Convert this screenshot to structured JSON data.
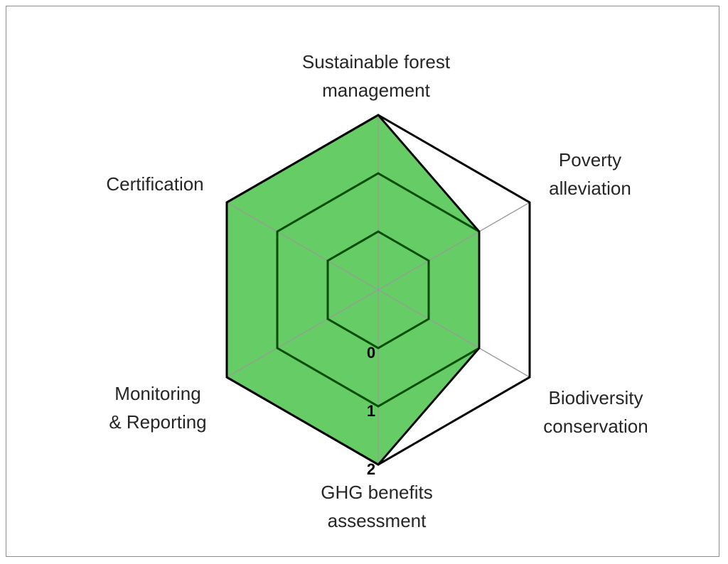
{
  "chart_data": {
    "type": "radar",
    "title": "",
    "axes": [
      [
        "Sustainable forest",
        "management"
      ],
      [
        "Poverty",
        "alleviation"
      ],
      [
        "Biodiversity",
        "conservation"
      ],
      [
        "GHG benefits",
        "assessment"
      ],
      [
        "Monitoring",
        "& Reporting"
      ],
      [
        "Certification"
      ]
    ],
    "categories": [
      "Sustainable forest management",
      "Poverty alleviation",
      "Biodiversity conservation",
      "GHG benefits assessment",
      "Monitoring & Reporting",
      "Certification"
    ],
    "rlim": [
      0,
      3
    ],
    "ticks": [
      "0",
      "1",
      "2"
    ],
    "series": [
      {
        "values": [
          3,
          2,
          2,
          3,
          3,
          3
        ],
        "color": "#66cc66",
        "edge": "#004d00"
      }
    ],
    "outline_color": "#000000",
    "grid_color": "#999999"
  }
}
